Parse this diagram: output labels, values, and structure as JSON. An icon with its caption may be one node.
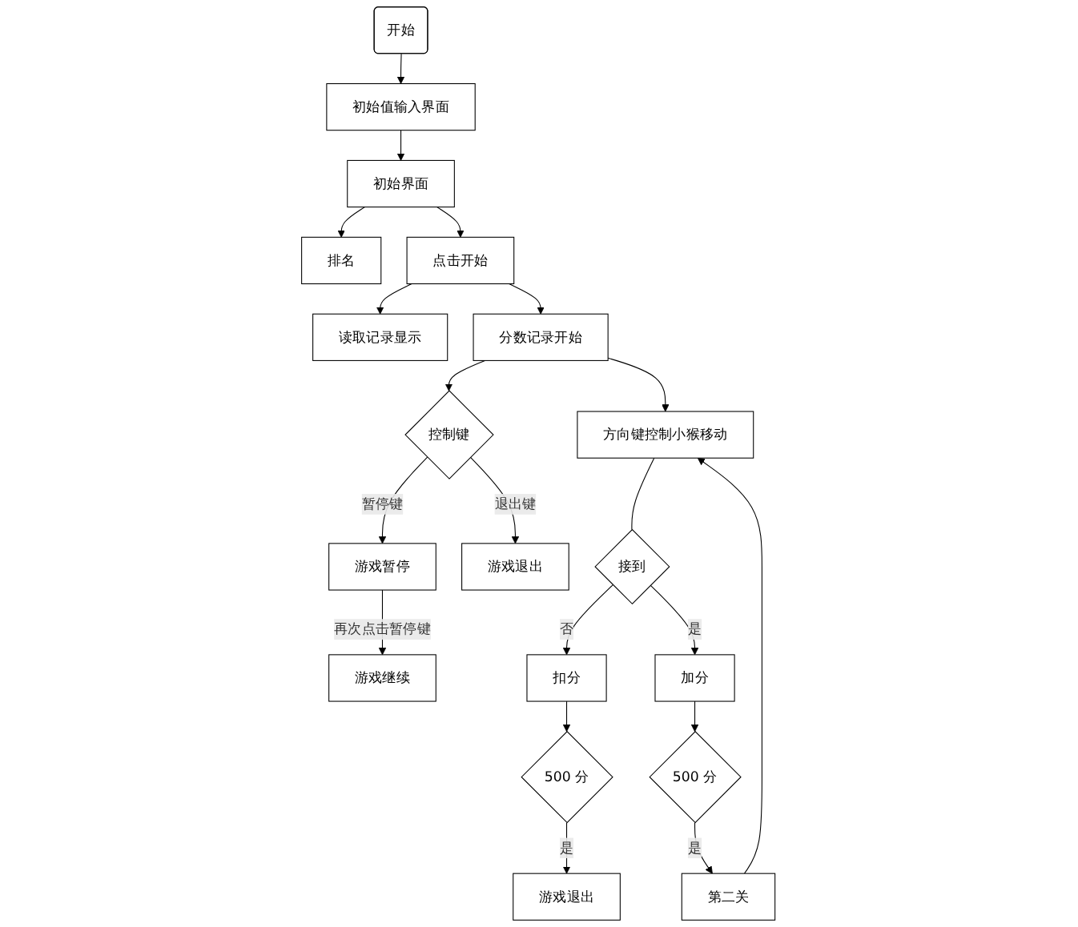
{
  "diagram": {
    "nodes": [
      {
        "text": [
          "开始"
        ]
      },
      {
        "text": [
          "初始值输入界面"
        ]
      },
      {
        "text": [
          "初始界面"
        ]
      },
      {
        "text": [
          "排名"
        ]
      },
      {
        "text": [
          "点击开始"
        ]
      },
      {
        "text": [
          "读取记录显示"
        ]
      },
      {
        "text": [
          "分数记录开始"
        ]
      },
      {
        "text": [
          "方向键控制小猴移动"
        ]
      },
      {
        "text": [
          "控制键"
        ]
      },
      {
        "text": [
          "游戏暂停"
        ]
      },
      {
        "text": [
          "游戏继续"
        ]
      },
      {
        "text": [
          "游戏退出"
        ]
      },
      {
        "text": [
          "接到"
        ]
      },
      {
        "text": [
          "扣分"
        ]
      },
      {
        "text": [
          "加分"
        ]
      },
      {
        "text": [
          "500 分"
        ]
      },
      {
        "text": [
          "500 分"
        ]
      },
      {
        "text": [
          "第二关"
        ]
      },
      {
        "text": [
          "游戏退出"
        ]
      }
    ],
    "edges": [
      {
        "from": 0,
        "to": 1,
        "arrow": "to"
      },
      {
        "from": 1,
        "to": 2,
        "arrow": "to"
      },
      {
        "from": 2,
        "to": 3,
        "arrow": "to"
      },
      {
        "from": 2,
        "to": 4,
        "arrow": "to"
      },
      {
        "from": 4,
        "to": 5,
        "arrow": "to"
      },
      {
        "from": 4,
        "to": 6,
        "arrow": "to"
      },
      {
        "from": 6,
        "to": 7,
        "arrow": "to"
      },
      {
        "from": 6,
        "to": 8,
        "arrow": "to"
      },
      {
        "from": 8,
        "to": 9,
        "label": "暂停键",
        "arrow": "to"
      },
      {
        "from": 9,
        "to": 10,
        "label": "再次点击暂停键",
        "arrow": "to"
      },
      {
        "from": 8,
        "to": 11,
        "label": "退出键",
        "arrow": "to"
      },
      {
        "from": 7,
        "to": 12,
        "arrow": "none"
      },
      {
        "from": 12,
        "to": 13,
        "label": "否",
        "arrow": "to"
      },
      {
        "from": 12,
        "to": 14,
        "label": "是",
        "arrow": "to"
      },
      {
        "from": 14,
        "to": 15,
        "arrow": "to"
      },
      {
        "from": 13,
        "to": 16,
        "arrow": "to"
      },
      {
        "from": 15,
        "to": 17,
        "label": "是",
        "arrow": "to"
      },
      {
        "from": 16,
        "to": 18,
        "label": "是",
        "arrow": "to"
      },
      {
        "from": 17,
        "to": 7,
        "arrow": "to"
      }
    ]
  }
}
